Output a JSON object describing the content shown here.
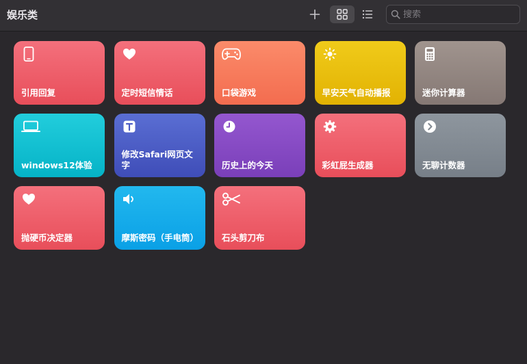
{
  "header": {
    "title": "娱乐类",
    "add_icon": "plus-icon",
    "grid_view_icon": "grid-view-icon",
    "list_view_icon": "list-view-icon"
  },
  "search": {
    "placeholder": "搜索",
    "value": "",
    "icon": "magnifier-icon"
  },
  "shortcuts": [
    {
      "label": "引用回复",
      "icon": "phone-icon",
      "color": "#ee5f6b"
    },
    {
      "label": "定时短信情话",
      "icon": "heart-icon",
      "color": "#ee5f6b"
    },
    {
      "label": "口袋游戏",
      "icon": "gamepad-icon",
      "color": "#f67b5c"
    },
    {
      "label": "早安天气自动播报",
      "icon": "sun-icon",
      "color": "#e9be0e"
    },
    {
      "label": "迷你计算器",
      "icon": "calculator-icon",
      "color": "#93867f"
    },
    {
      "label": "windows12体验",
      "icon": "laptop-icon",
      "color": "#12c0d1"
    },
    {
      "label": "修改Safari网页文字",
      "icon": "text-icon",
      "color": "#4c5dc5"
    },
    {
      "label": "历史上的今天",
      "icon": "clock-icon",
      "color": "#874bc4"
    },
    {
      "label": "彩虹屁生成器",
      "icon": "gear-icon",
      "color": "#ee5f6b"
    },
    {
      "label": "无聊计数器",
      "icon": "chevron-right-circle-icon",
      "color": "#838b93"
    },
    {
      "label": "抛硬币决定器",
      "icon": "heart-icon",
      "color": "#ee5f6b"
    },
    {
      "label": "摩斯密码（手电筒）",
      "icon": "speaker-icon",
      "color": "#16acea"
    },
    {
      "label": "石头剪刀布",
      "icon": "scissors-icon",
      "color": "#ee5f6b"
    }
  ]
}
